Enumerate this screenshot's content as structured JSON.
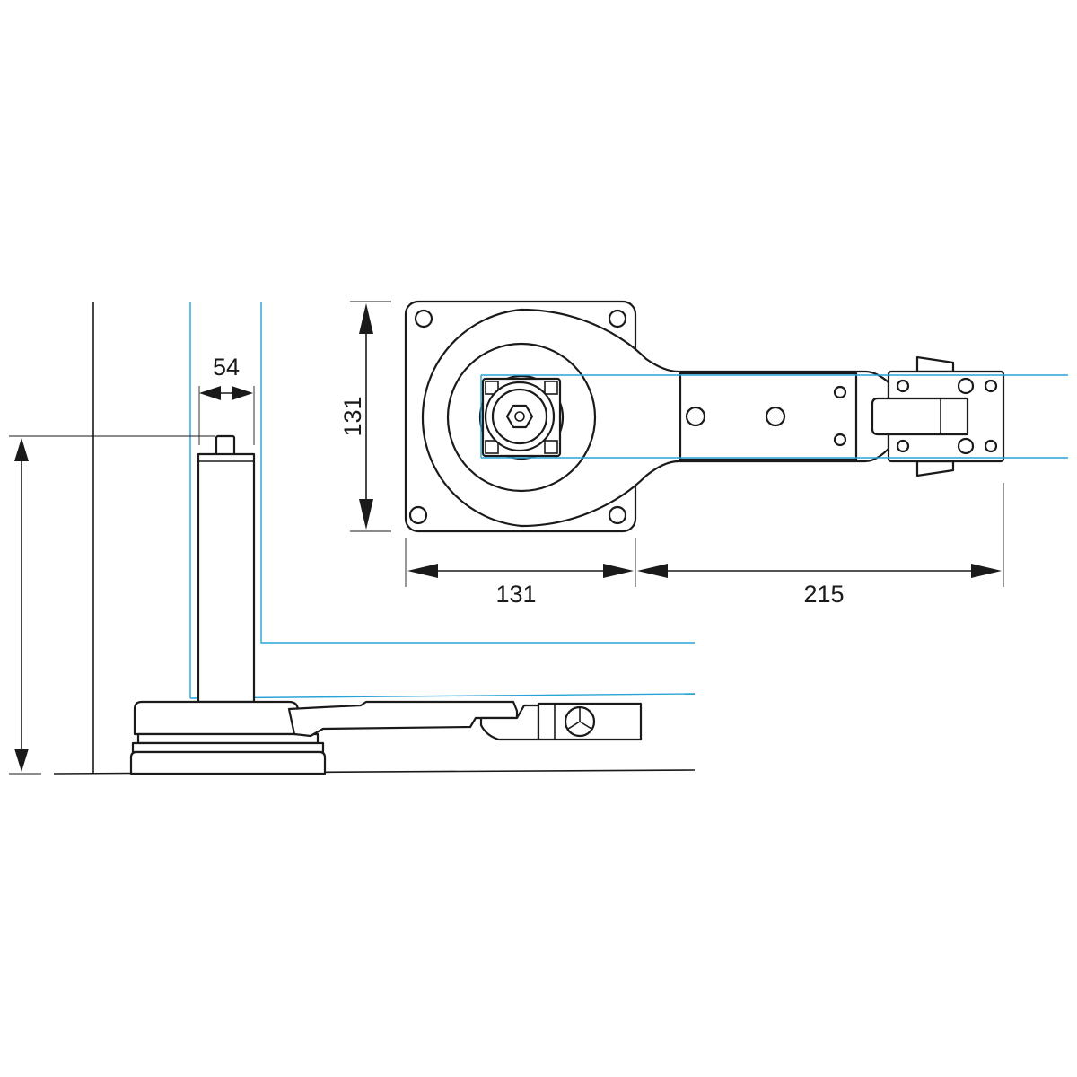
{
  "dimensions": {
    "shaft_offset": "54",
    "plate_height": "131",
    "plate_width": "131",
    "arm_length": "215"
  },
  "colors": {
    "outline": "#1a1a1a",
    "guide": "#29a3d6",
    "background": "#ffffff"
  }
}
